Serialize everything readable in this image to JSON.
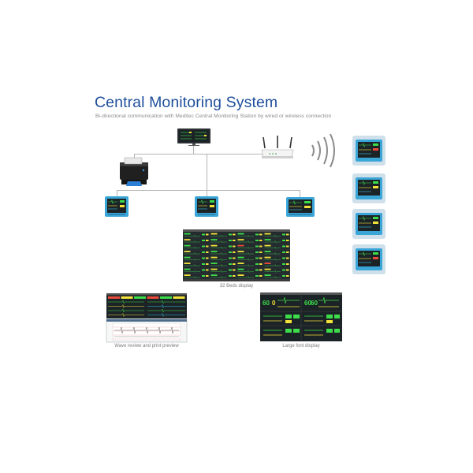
{
  "header": {
    "title": "Central Monitoring System",
    "subtitle": "Bi-directional communication with Meditec Central Monitoring Station by wired or wireless connection"
  },
  "captions": {
    "beds_display": "32 Beds display",
    "wave_review": "Wave review and print preview",
    "large_font": "Large font display"
  },
  "large_font_values": [
    "60",
    "0",
    "60",
    "60"
  ],
  "colors": {
    "title_blue": "#1f4f9c",
    "monitor_blue": "#3aa6d8",
    "connector_gray": "#b5b5b5",
    "screen_dark": "#1c2326",
    "wave_green": "#3ddc4a",
    "wave_yellow": "#f2e23a",
    "wave_red": "#e84b3a"
  }
}
